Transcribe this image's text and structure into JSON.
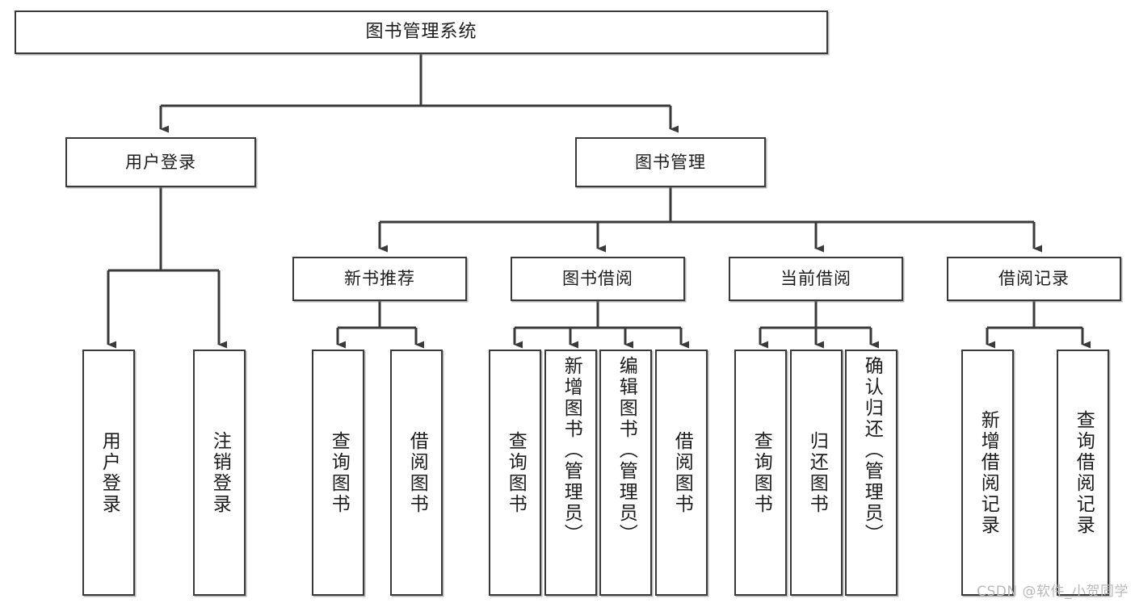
{
  "diagram": {
    "title": "图书管理系统",
    "type": "functional-structure-tree",
    "watermark": "CSDN @软件_小贺同学",
    "colors": {
      "box_border": "#3a3a3a",
      "box_fill": "#ffffff",
      "connector": "#3a3a3a",
      "text": "#1c1c1c",
      "watermark": "#b9b9b9"
    },
    "root": {
      "label": "图书管理系统"
    },
    "level2": [
      {
        "label": "用户登录"
      },
      {
        "label": "图书管理"
      }
    ],
    "level3": [
      {
        "label": "新书推荐"
      },
      {
        "label": "图书借阅"
      },
      {
        "label": "当前借阅"
      },
      {
        "label": "借阅记录"
      }
    ],
    "leaves": {
      "user_login": [
        {
          "label": "用户登录"
        },
        {
          "label": "注销登录"
        }
      ],
      "new_book_recommend": [
        {
          "label": "查询图书"
        },
        {
          "label": "借阅图书"
        }
      ],
      "book_borrow": [
        {
          "label": "查询图书"
        },
        {
          "label": "新增图书（管理员）"
        },
        {
          "label": "编辑图书（管理员）"
        },
        {
          "label": "借阅图书"
        }
      ],
      "current_borrow": [
        {
          "label": "查询图书"
        },
        {
          "label": "归还图书"
        },
        {
          "label": "确认归还（管理员）"
        }
      ],
      "borrow_record": [
        {
          "label": "新增借阅记录"
        },
        {
          "label": "查询借阅记录"
        }
      ]
    }
  }
}
